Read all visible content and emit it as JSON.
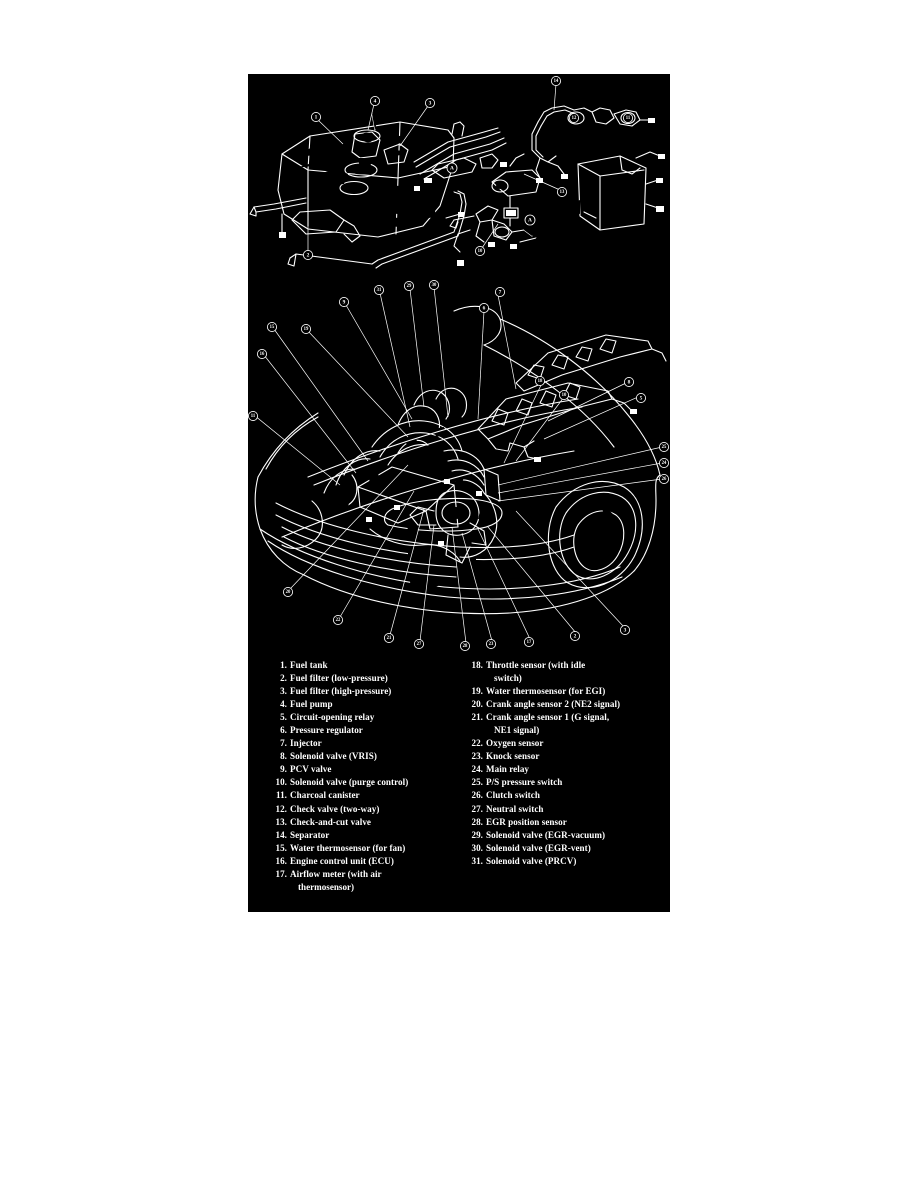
{
  "figure": {
    "background_color": "#000000",
    "line_color": "#ffffff",
    "diagrams": [
      {
        "name": "fuel-tank-assembly",
        "description": "Exploded view of fuel tank, fuel pump, filters, charcoal canister and fuel lines",
        "callouts": [
          "1",
          "2",
          "3",
          "4",
          "6",
          "10",
          "11",
          "12",
          "13",
          "14",
          "17"
        ],
        "section_markers": [
          "A",
          "A"
        ]
      },
      {
        "name": "engine-bay-component-location",
        "description": "Front three-quarter cutaway view of engine compartment showing sensor, relay and solenoid valve locations",
        "callouts": [
          "2",
          "3",
          "5",
          "6",
          "7",
          "8",
          "9",
          "10",
          "11",
          "15",
          "16",
          "17",
          "18",
          "19",
          "20",
          "21",
          "22",
          "23",
          "24",
          "25",
          "26",
          "27",
          "28",
          "29",
          "30",
          "31"
        ]
      }
    ]
  },
  "legend": {
    "left_column": [
      {
        "num": "1.",
        "label": "Fuel tank"
      },
      {
        "num": "2.",
        "label": "Fuel filter (low-pressure)"
      },
      {
        "num": "3.",
        "label": "Fuel filter (high-pressure)"
      },
      {
        "num": "4.",
        "label": "Fuel pump"
      },
      {
        "num": "5.",
        "label": "Circuit-opening relay"
      },
      {
        "num": "6.",
        "label": "Pressure regulator"
      },
      {
        "num": "7.",
        "label": "Injector"
      },
      {
        "num": "8.",
        "label": "Solenoid valve (VRIS)"
      },
      {
        "num": "9.",
        "label": "PCV valve"
      },
      {
        "num": "10.",
        "label": "Solenoid valve (purge control)"
      },
      {
        "num": "11.",
        "label": "Charcoal canister"
      },
      {
        "num": "12.",
        "label": "Check valve (two-way)"
      },
      {
        "num": "13.",
        "label": "Check-and-cut valve"
      },
      {
        "num": "14.",
        "label": "Separator"
      },
      {
        "num": "15.",
        "label": "Water thermosensor (for fan)"
      },
      {
        "num": "16.",
        "label": "Engine control unit (ECU)"
      },
      {
        "num": "17.",
        "label": "Airflow meter (with air",
        "cont": "thermosensor)"
      }
    ],
    "right_column": [
      {
        "num": "18.",
        "label": "Throttle sensor (with idle",
        "cont": "switch)"
      },
      {
        "num": "19.",
        "label": "Water thermosensor (for EGI)"
      },
      {
        "num": "20.",
        "label": "Crank angle sensor 2 (NE2 signal)"
      },
      {
        "num": "21.",
        "label": "Crank angle sensor 1 (G signal,",
        "cont": "NE1 signal)"
      },
      {
        "num": "22.",
        "label": "Oxygen sensor"
      },
      {
        "num": "23.",
        "label": "Knock sensor"
      },
      {
        "num": "24.",
        "label": "Main relay"
      },
      {
        "num": "25.",
        "label": "P/S pressure switch"
      },
      {
        "num": "26.",
        "label": "Clutch switch"
      },
      {
        "num": "27.",
        "label": "Neutral switch"
      },
      {
        "num": "28.",
        "label": "EGR position sensor"
      },
      {
        "num": "29.",
        "label": "Solenoid valve (EGR-vacuum)"
      },
      {
        "num": "30.",
        "label": "Solenoid valve (EGR-vent)"
      },
      {
        "num": "31.",
        "label": "Solenoid valve (PRCV)"
      }
    ]
  }
}
